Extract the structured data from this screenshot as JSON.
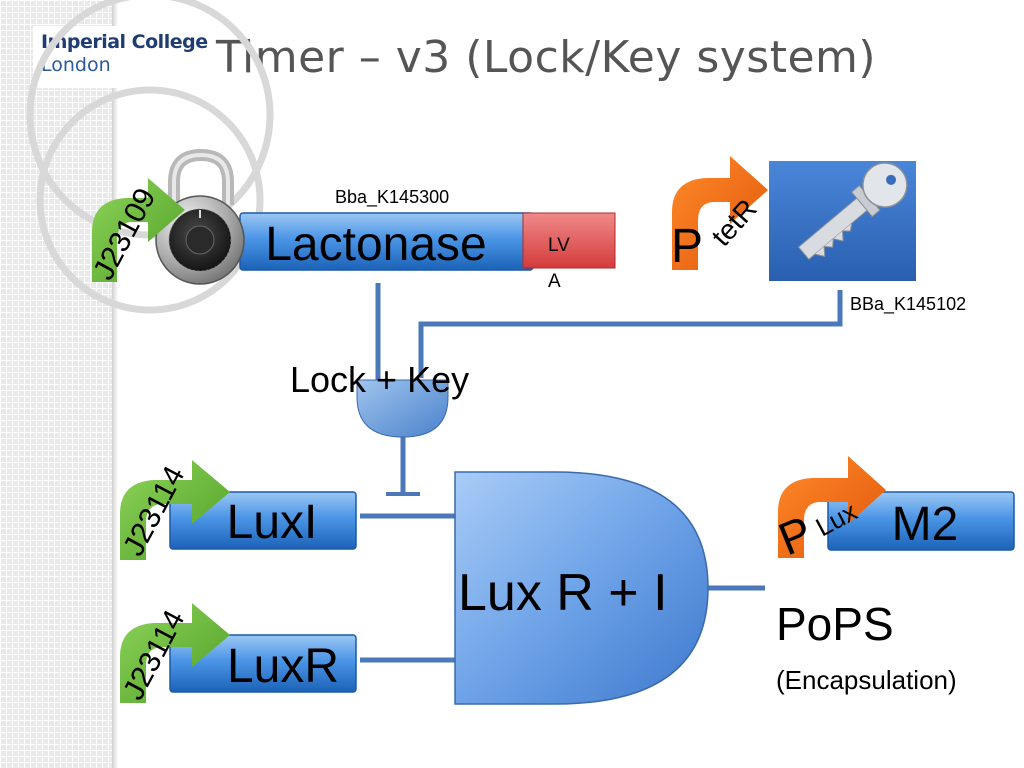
{
  "slide": {
    "title": "Timer – v3 (Lock/Key system)",
    "logo": {
      "line1": "Imperial College",
      "line2": "London"
    }
  },
  "diagram": {
    "lactonase": {
      "label": "Lactonase",
      "part_id": "Bba_K145300",
      "tag": "LVA",
      "tag_line1": "LV",
      "tag_line2": "A"
    },
    "lock_promoter": "J23109",
    "key": {
      "promoter_p": "P",
      "promoter_sub": "tetR",
      "part_id": "BBa_K145102"
    },
    "gate_label": "Lock + Key",
    "luxi": {
      "label": "LuxI",
      "promoter": "J23114"
    },
    "luxr": {
      "label": "LuxR",
      "promoter": "J23114"
    },
    "and_gate_label": "Lux R + I",
    "output": {
      "promoter_p": "P",
      "promoter_sub": "Lux",
      "gene": "M2",
      "pops": "PoPS",
      "pops_note": "(Encapsulation)"
    }
  },
  "colors": {
    "gene_blue": "#2b78d6",
    "promoter_green": "#6bbf3a",
    "promoter_orange": "#f06a12",
    "tag_red": "#e04848",
    "wire_blue": "#4a78b8",
    "gate_blue": "#7aaae8"
  }
}
